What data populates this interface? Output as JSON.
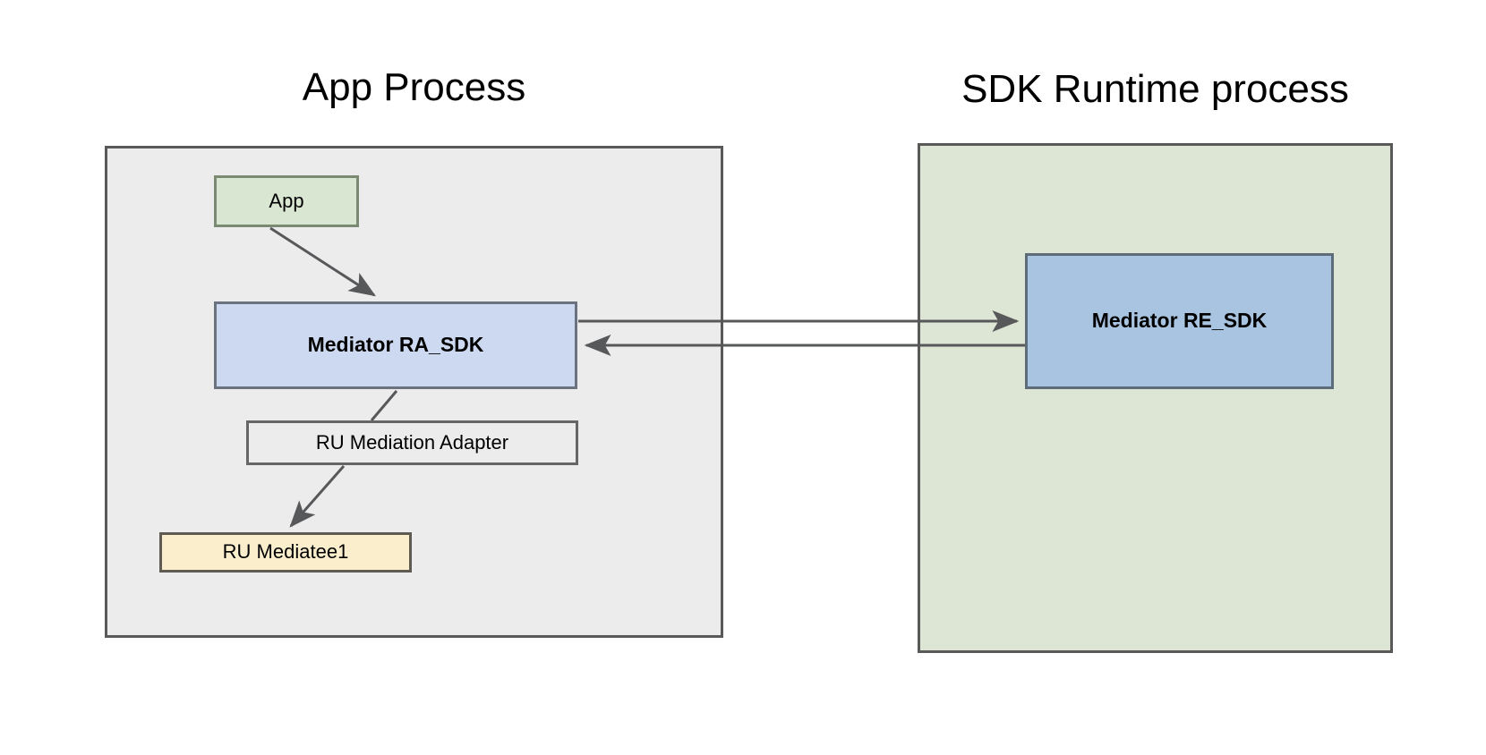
{
  "diagram": {
    "title_left": "App Process",
    "title_right": "SDK Runtime process",
    "background_color": "#ffffff",
    "containers": [
      {
        "id": "app-process",
        "label": "App Process",
        "fill": "#ececec",
        "stroke": "#595959"
      },
      {
        "id": "sdk-runtime-process",
        "label": "SDK Runtime process",
        "fill": "#dde5d4",
        "stroke": "#595959"
      }
    ],
    "nodes": {
      "app": {
        "label": "App",
        "fill": "#d9e7d2",
        "stroke": "#7a8a73",
        "bold": false
      },
      "mediator_ra_sdk": {
        "label": "Mediator RA_SDK",
        "fill": "#ccd9f0",
        "stroke": "#6b7280",
        "bold": true
      },
      "ru_mediation_adapter": {
        "label": "RU Mediation Adapter",
        "fill": "#ececec",
        "stroke": "#666666",
        "bold": false
      },
      "ru_mediatee1": {
        "label": "RU Mediatee1",
        "fill": "#faeecd",
        "stroke": "#5f5b52",
        "bold": false
      },
      "mediator_re_sdk": {
        "label": "Mediator RE_SDK",
        "fill": "#a9c4e0",
        "stroke": "#5e6b78",
        "bold": true
      }
    },
    "edges": [
      {
        "id": "app-to-mediator-ra-sdk",
        "from": "app",
        "to": "mediator_ra_sdk",
        "label": "",
        "direction": "forward",
        "stroke": "#57585a"
      },
      {
        "id": "mediator-ra-sdk-to-ru-mediation-adapter",
        "from": "mediator_ra_sdk",
        "to": "ru_mediation_adapter",
        "label": "",
        "direction": "none",
        "stroke": "#57585a"
      },
      {
        "id": "ru-mediation-adapter-to-ru-mediatee1",
        "from": "ru_mediation_adapter",
        "to": "ru_mediatee1",
        "label": "",
        "direction": "forward",
        "stroke": "#57585a"
      },
      {
        "id": "mediator-ra-sdk-to-mediator-re-sdk",
        "from": "mediator_ra_sdk",
        "to": "mediator_re_sdk",
        "label": "",
        "direction": "forward",
        "stroke": "#57585a"
      },
      {
        "id": "mediator-re-sdk-to-mediator-ra-sdk",
        "from": "mediator_re_sdk",
        "to": "mediator_ra_sdk",
        "label": "",
        "direction": "forward",
        "stroke": "#57585a"
      }
    ]
  }
}
